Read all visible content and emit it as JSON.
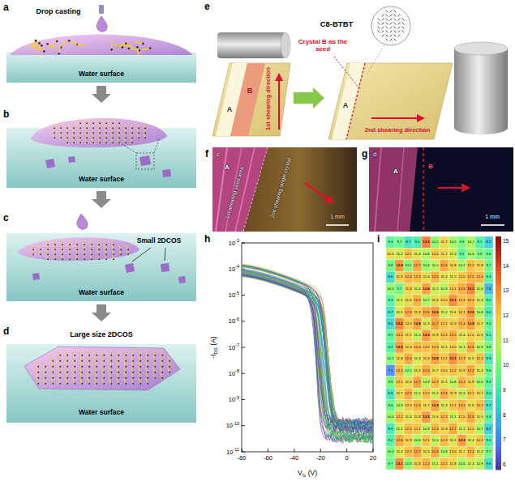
{
  "diagram": {
    "labels": [
      "a",
      "Drop casting",
      "Water surface",
      "b",
      "Water surface",
      "c",
      "Small 2DCOS",
      "Water surface",
      "d",
      "Large size 2DCOS",
      "Water surface",
      "e",
      "C8-BTBT",
      "Crystal B as the seed",
      "A",
      "B",
      "1st shearing direction",
      "A",
      "2nd shearing direction",
      "f",
      "c",
      "A",
      "1st shearing seed area",
      "2nd shearing single crystal",
      "1 mm",
      "g",
      "d",
      "A",
      "B",
      "1 mm",
      "h",
      "-I",
      "DS",
      "(A)",
      "V",
      "G",
      "(V)",
      "10",
      "-3",
      "10",
      "-4",
      "10",
      "-5",
      "10",
      "-6",
      "10",
      "-7",
      "10",
      "-8",
      "10",
      "-9",
      "10",
      "-10",
      "10",
      "-11",
      "-80",
      "-60",
      "-40",
      "-20",
      "0",
      "20",
      "i",
      "15",
      "14",
      "13",
      "12",
      "11",
      "10",
      "9",
      "8",
      "7",
      "6",
      "9.3",
      "9.7",
      "8.7",
      "9.0",
      "13.3",
      "10.2",
      "11.7",
      "10.5",
      "9.9",
      "10.7",
      "9.1",
      "8.2",
      "11.5",
      "11.2",
      "12.1",
      "11.4",
      "10.8",
      "12.0",
      "11.7",
      "11.3",
      "9.5",
      "10.6",
      "9.9",
      "9.6",
      "9.8",
      "12.9",
      "10.1",
      "12.7",
      "10.4",
      "11.0",
      "12.6",
      "11.8",
      "10.7",
      "12.2",
      "11.8",
      "9.7",
      "8.6",
      "11.9",
      "12.4",
      "12.3",
      "11.6",
      "12.5",
      "11.4",
      "11.5",
      "12.0",
      "12.5",
      "12.4",
      "9.3",
      "10.3",
      "9.7",
      "11.8",
      "11.4",
      "12.8",
      "11.2",
      "10.9",
      "12.1",
      "12.6",
      "13.3",
      "11.0",
      "7.8",
      "9.3",
      "11.1",
      "11.6",
      "12.5",
      "10.7",
      "11.6",
      "12.0",
      "13.1",
      "12.2",
      "12.4",
      "11.3",
      "9.2",
      "8.7",
      "11.5",
      "12.6",
      "11.9",
      "12.6",
      "12.9",
      "11.2",
      "11.6",
      "12.1",
      "13.0",
      "10.8",
      "9.0",
      "8.5",
      "13.2",
      "12.0",
      "12.8",
      "11.3",
      "12.7",
      "12.1",
      "11.9",
      "12.4",
      "12.8",
      "11.7",
      "9.5",
      "9.5",
      "12.3",
      "11.7",
      "11.0",
      "12.9",
      "11.8",
      "12.2",
      "12.5",
      "11.4",
      "12.0",
      "11.6",
      "9.1",
      "9.2",
      "12.9",
      "11.9",
      "12.4",
      "12.2",
      "12.3",
      "11.5",
      "12.0",
      "11.1",
      "12.6",
      "10.9",
      "9.8",
      "10.1",
      "11.8",
      "12.6",
      "11.3",
      "11.9",
      "12.8",
      "12.1",
      "13.1",
      "12.3",
      "11.5",
      "12.2",
      "8.9",
      "7.1",
      "12.4",
      "10.5",
      "11.6",
      "12.6",
      "11.7",
      "12.0",
      "12.2",
      "11.8",
      "12.7",
      "11.4",
      "9.6",
      "9.9",
      "12.1",
      "11.6",
      "12.7",
      "10.9",
      "12.3",
      "11.5",
      "10.8",
      "12.4",
      "11.9",
      "10.6",
      "9.4",
      "8.8",
      "11.7",
      "12.5",
      "11.0",
      "12.2",
      "11.2",
      "12.6",
      "11.9",
      "11.0",
      "12.1",
      "11.7",
      "9.0",
      "9.6",
      "10.9",
      "12.0",
      "12.4",
      "11.7",
      "12.8",
      "11.3",
      "12.1",
      "12.5",
      "11.6",
      "12.2",
      "8.7",
      "10.4",
      "12.2",
      "11.4",
      "11.8",
      "12.9",
      "11.6",
      "12.3",
      "11.1",
      "12.0",
      "12.6",
      "11.5",
      "9.3",
      "8.9",
      "11.1",
      "12.3",
      "12.1",
      "10.9",
      "12.4",
      "11.8",
      "12.7",
      "11.2",
      "12.0",
      "10.7",
      "8.2",
      "9.2",
      "12.6",
      "11.9",
      "10.6",
      "12.1",
      "11.0",
      "12.3",
      "11.5",
      "12.9",
      "11.4",
      "12.1",
      "9.1",
      "10.0",
      "11.4",
      "12.2",
      "12.7",
      "11.5",
      "12.6",
      "10.8",
      "12.0",
      "11.7",
      "12.4",
      "11.2",
      "9.7",
      "9.7",
      "13.1",
      "10.3",
      "11.9",
      "12.4",
      "11.1",
      "12.2",
      "11.8",
      "10.6",
      "11.3",
      "10.9",
      "8.6"
    ]
  }
}
